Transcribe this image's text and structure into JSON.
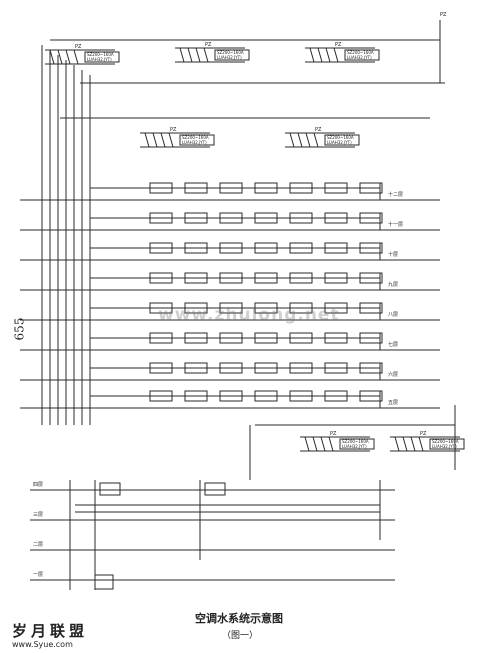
{
  "page_number": "655",
  "title": "空调水系统示意图",
  "subtitle": "（图一）",
  "logo_text": "岁月联盟",
  "logo_url": "www.Syue.com",
  "watermark": "www.zhulong.net",
  "pipe_label": "PZ",
  "unit_lines": [
    "SZ200~160A",
    "LUAH32.JYT)"
  ],
  "floor_labels": [
    "十二层",
    "十一层",
    "十层",
    "九层",
    "八层",
    "七层",
    "六层",
    "五层"
  ],
  "bottom_labels": [
    "四层",
    "三层",
    "二层",
    "一层"
  ],
  "colors": {
    "line": "#2a2a2a",
    "paper": "#ffffff"
  }
}
